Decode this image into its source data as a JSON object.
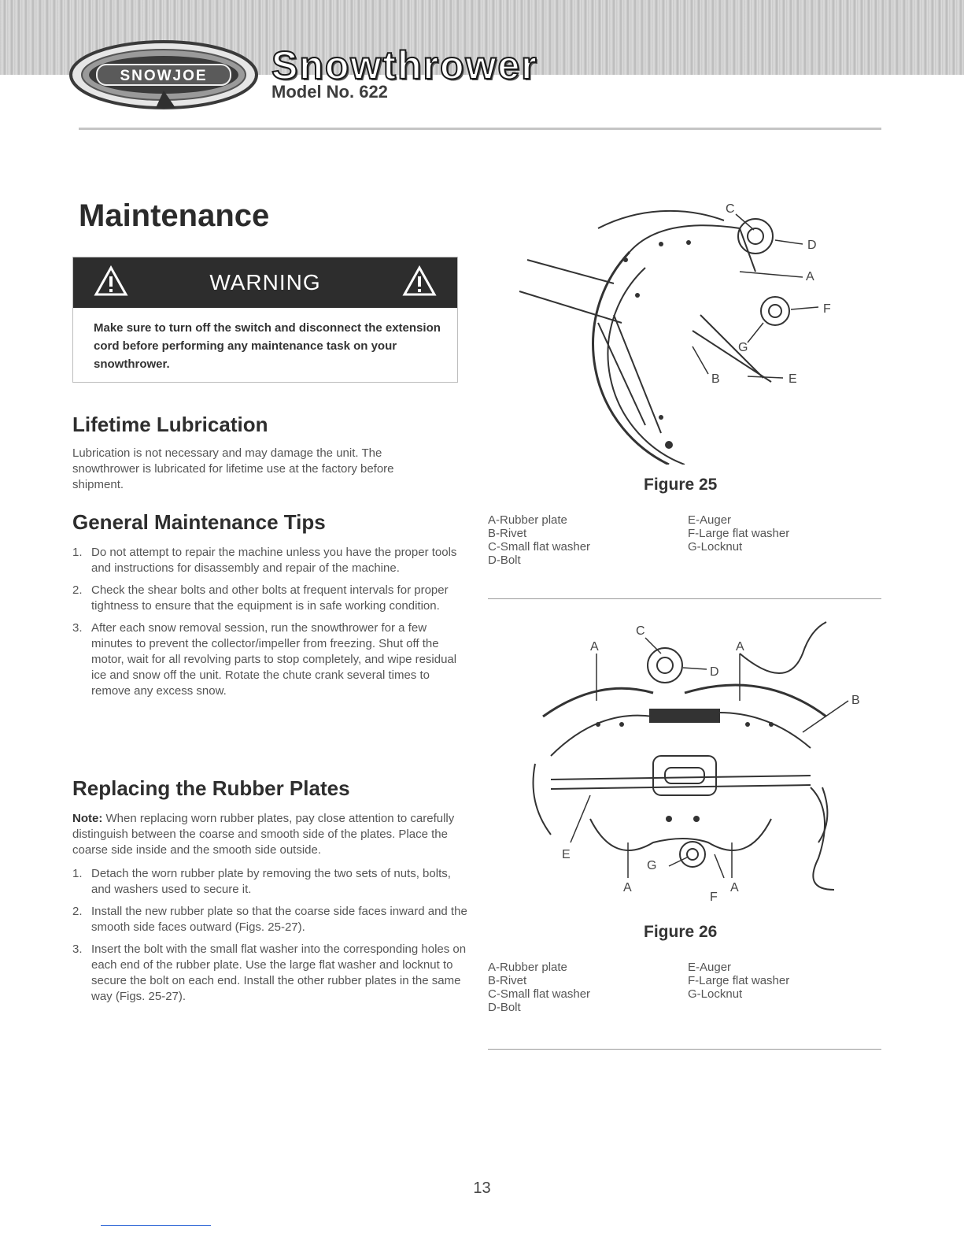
{
  "header": {
    "logo_text": "SNOWJOE",
    "title": "Snowthrower",
    "model": "Model No. 622"
  },
  "page_title": "Maintenance",
  "warning": {
    "label": "WARNING",
    "text": "Make sure to turn off the switch and disconnect the extension cord before performing any maintenance task on your snowthrower."
  },
  "lifetime_lubrication": {
    "heading": "Lifetime Lubrication",
    "text": "Lubrication is not necessary and may damage the unit. The snowthrower is lubricated for lifetime use at the factory before shipment."
  },
  "general_tips": {
    "heading": "General Maintenance Tips",
    "items": [
      {
        "num": "1.",
        "text": "Do not attempt to repair the machine unless you have the proper tools and instructions for disassembly and repair of the machine."
      },
      {
        "num": "2.",
        "text": "Check the shear bolts and other bolts at frequent intervals for proper tightness to ensure that the equipment is in safe working condition."
      },
      {
        "num": "3.",
        "text": "After each snow removal session, run the snowthrower for a few minutes to prevent the collector/impeller from freezing. Shut off the motor, wait for all revolving parts to stop completely, and wipe residual ice and snow off the unit. Rotate the chute crank several times to remove any excess snow."
      }
    ]
  },
  "replacing": {
    "heading": "Replacing the Rubber Plates",
    "note_label": "Note:",
    "note_text": " When replacing worn rubber plates, pay close attention to carefully distinguish between the coarse and smooth side of the plates. Place the coarse side inside and the smooth side outside.",
    "items": [
      {
        "num": "1.",
        "text": "Detach the worn rubber plate by removing the two sets of nuts, bolts, and washers used to secure it."
      },
      {
        "num": "2.",
        "text": "Install the new rubber plate so that the coarse side faces inward and the smooth side faces outward (Figs. 25-27)."
      },
      {
        "num": "3.",
        "text": "Insert the bolt with the small flat washer into the corresponding holes on each end of the rubber plate. Use the large flat washer and locknut to secure the bolt on each end. Install the other rubber plates in the same way (Figs. 25-27)."
      }
    ]
  },
  "figure25": {
    "caption": "Figure 25",
    "callouts": [
      "A",
      "B",
      "C",
      "D",
      "E",
      "F",
      "G"
    ],
    "legend_left": [
      "A-Rubber plate",
      "B-Rivet",
      "C-Small flat washer",
      "D-Bolt"
    ],
    "legend_right": [
      "E-Auger",
      "F-Large flat washer",
      "G-Locknut"
    ]
  },
  "figure26": {
    "caption": "Figure 26",
    "callouts": [
      "A",
      "C",
      "A",
      "D",
      "B",
      "E",
      "G",
      "A",
      "F",
      "A"
    ],
    "legend_left": [
      "A-Rubber plate",
      "B-Rivet",
      "C-Small flat washer",
      "D-Bolt"
    ],
    "legend_right": [
      "E-Auger",
      "F-Large flat washer",
      "G-Locknut"
    ]
  },
  "page_number": "13"
}
